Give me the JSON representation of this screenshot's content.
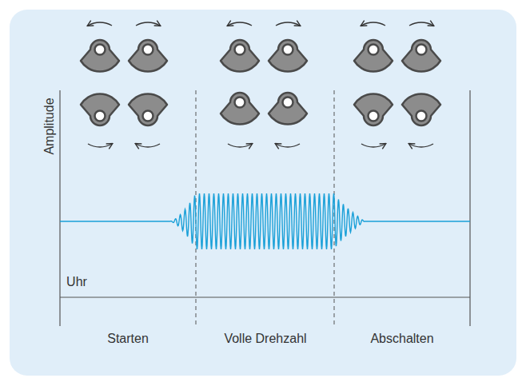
{
  "diagram": {
    "labels": [
      "Amplitude",
      "Uhr",
      "Starten",
      "Volle Drehzahl",
      "Abschalten"
    ]
  }
}
